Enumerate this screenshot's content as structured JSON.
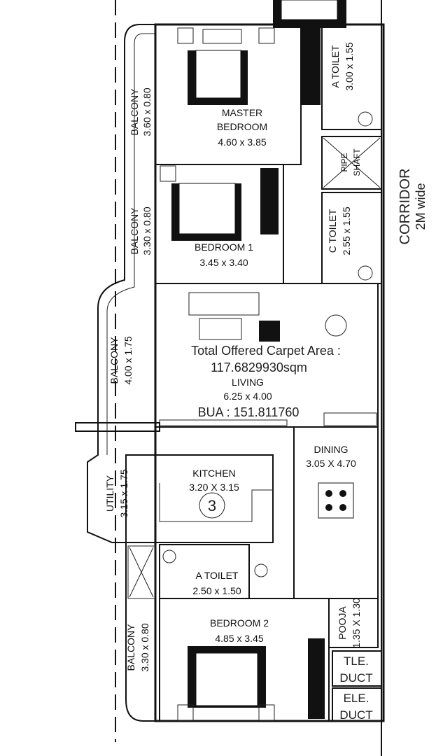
{
  "rooms": {
    "master_bedroom": {
      "name_line1": "MASTER",
      "name_line2": "BEDROOM",
      "size": "4.60 x 3.85"
    },
    "bedroom1": {
      "name": "BEDROOM 1",
      "size": "3.45 x 3.40"
    },
    "bedroom2": {
      "name": "BEDROOM 2",
      "size": "4.85 x 3.45"
    },
    "living": {
      "name": "LIVING",
      "size": "6.25 x 4.00"
    },
    "dining": {
      "name": "DINING",
      "size": "3.05 X 4.70"
    },
    "kitchen": {
      "name": "KITCHEN",
      "size": "3.20 X 3.15"
    },
    "a_toilet_top": {
      "name": "A TOILET",
      "size": "3.00 x 1.55"
    },
    "c_toilet": {
      "name": "C TOILET",
      "size": "2.55 x 1.55"
    },
    "a_toilet_bottom": {
      "name": "A TOILET",
      "size": "2.50 x 1.50"
    },
    "pipe_shaft": {
      "name_line1": "PIPE",
      "name_line2": "SHAFT"
    },
    "pooja": {
      "name": "POOJA",
      "size": "1.35 X 1.30"
    },
    "tle_duct": {
      "line1": "TLE.",
      "line2": "DUCT"
    },
    "ele_duct": {
      "line1": "ELE.",
      "line2": "DUCT"
    },
    "balcony1": {
      "name": "BALCONY",
      "size": "3.60 x 0.80"
    },
    "balcony2": {
      "name": "BALCONY",
      "size": "3.30 x 0.80"
    },
    "balcony3": {
      "name": "BALCONY",
      "size": "4.00 x 1.75"
    },
    "utility": {
      "name": "UTILITY",
      "size": "3.15 x 1.75"
    },
    "balcony4": {
      "name": "BALCONY",
      "size": "3.30 x 0.80"
    }
  },
  "corridor": {
    "line1": "CORRIDOR",
    "line2": "2M wide"
  },
  "area": {
    "carpet_label": "Total Offered Carpet Area :",
    "carpet_value": "117.6829930sqm",
    "bua": "BUA : 151.811760"
  },
  "unit_badge": "3"
}
